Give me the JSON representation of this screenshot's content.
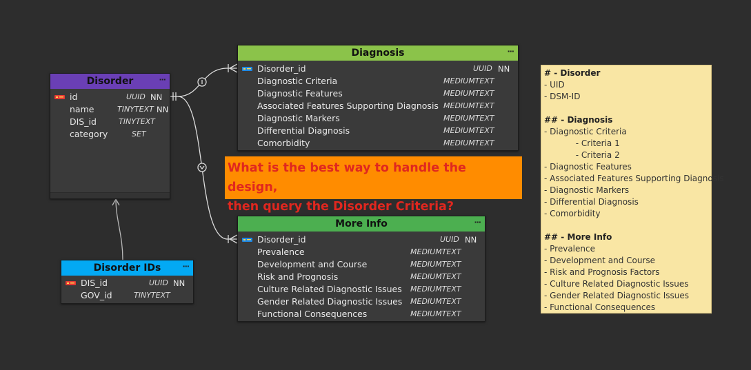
{
  "tables": {
    "disorder": {
      "title": "Disorder",
      "menu": "···",
      "color": "#6a3fb5",
      "columns": [
        {
          "name": "id",
          "type": "UUID",
          "nn": "NN"
        },
        {
          "name": "name",
          "type": "TINYTEXT",
          "nn": "NN"
        },
        {
          "name": "DIS_id",
          "type": "TINYTEXT",
          "nn": ""
        },
        {
          "name": "category",
          "type": "SET",
          "nn": ""
        }
      ]
    },
    "diagnosis": {
      "title": "Diagnosis",
      "menu": "···",
      "color": "#8bc34a",
      "columns": [
        {
          "name": "Disorder_id",
          "type": "UUID",
          "nn": "NN"
        },
        {
          "name": "Diagnostic Criteria",
          "type": "MEDIUMTEXT",
          "nn": ""
        },
        {
          "name": "Diagnostic Features",
          "type": "MEDIUMTEXT",
          "nn": ""
        },
        {
          "name": "Associated Features Supporting Diagnosis",
          "type": "MEDIUMTEXT",
          "nn": ""
        },
        {
          "name": "Diagnostic Markers",
          "type": "MEDIUMTEXT",
          "nn": ""
        },
        {
          "name": "Differential Diagnosis",
          "type": "MEDIUMTEXT",
          "nn": ""
        },
        {
          "name": "Comorbidity",
          "type": "MEDIUMTEXT",
          "nn": ""
        }
      ]
    },
    "more_info": {
      "title": "More Info",
      "menu": "···",
      "color": "#4caf50",
      "columns": [
        {
          "name": "Disorder_id",
          "type": "UUID",
          "nn": "NN"
        },
        {
          "name": "Prevalence",
          "type": "MEDIUMTEXT",
          "nn": ""
        },
        {
          "name": "Development and Course",
          "type": "MEDIUMTEXT",
          "nn": ""
        },
        {
          "name": "Risk and Prognosis",
          "type": "MEDIUMTEXT",
          "nn": ""
        },
        {
          "name": "Culture Related Diagnostic Issues",
          "type": "MEDIUMTEXT",
          "nn": ""
        },
        {
          "name": "Gender Related Diagnostic Issues",
          "type": "MEDIUMTEXT",
          "nn": ""
        },
        {
          "name": "Functional Consequences",
          "type": "MEDIUMTEXT",
          "nn": ""
        }
      ]
    },
    "disorder_ids": {
      "title": "Disorder IDs",
      "menu": "···",
      "color": "#03a9f4",
      "columns": [
        {
          "name": "DIS_id",
          "type": "UUID",
          "nn": "NN"
        },
        {
          "name": "GOV_id",
          "type": "TINYTEXT",
          "nn": ""
        }
      ]
    }
  },
  "callout": {
    "line1": "What is the best way to handle the design,",
    "line2": "then query the Disorder Criteria?"
  },
  "note": {
    "lines": [
      {
        "text": "# - Disorder",
        "bold": true
      },
      {
        "text": "- UID",
        "bold": false
      },
      {
        "text": "- DSM-ID",
        "bold": false
      },
      {
        "text": "",
        "bold": false
      },
      {
        "text": "## - Diagnosis",
        "bold": true
      },
      {
        "text": "- Diagnostic Criteria",
        "bold": false
      },
      {
        "text": "            - Criteria 1",
        "bold": false
      },
      {
        "text": "            - Criteria 2",
        "bold": false
      },
      {
        "text": "- Diagnostic Features",
        "bold": false
      },
      {
        "text": "- Associated Features Supporting Diagnosis",
        "bold": false
      },
      {
        "text": "- Diagnostic Markers",
        "bold": false
      },
      {
        "text": "- Differential Diagnosis",
        "bold": false
      },
      {
        "text": "- Comorbidity",
        "bold": false
      },
      {
        "text": "",
        "bold": false
      },
      {
        "text": "## - More Info",
        "bold": true
      },
      {
        "text": "- Prevalence",
        "bold": false
      },
      {
        "text": "- Development and Course",
        "bold": false
      },
      {
        "text": "- Risk and Prognosis Factors",
        "bold": false
      },
      {
        "text": "- Culture Related Diagnostic Issues",
        "bold": false
      },
      {
        "text": "- Gender Related Diagnostic Issues",
        "bold": false
      },
      {
        "text": "- Functional Consequences",
        "bold": false
      }
    ]
  },
  "colors": {
    "background": "#2d2d2d",
    "table_body": "#3a3a3a",
    "link_line": "#dcdcdc",
    "note_bg": "#f9e6a4",
    "callout_bg": "#ff8c00",
    "callout_text": "#e0271f",
    "pk_icon": "#e53935",
    "fk_icon": "#1e88e5"
  },
  "icons": {
    "primary_key": "key-icon-red",
    "foreign_key": "key-icon-blue",
    "optional_one": "circle-optional-icon"
  }
}
